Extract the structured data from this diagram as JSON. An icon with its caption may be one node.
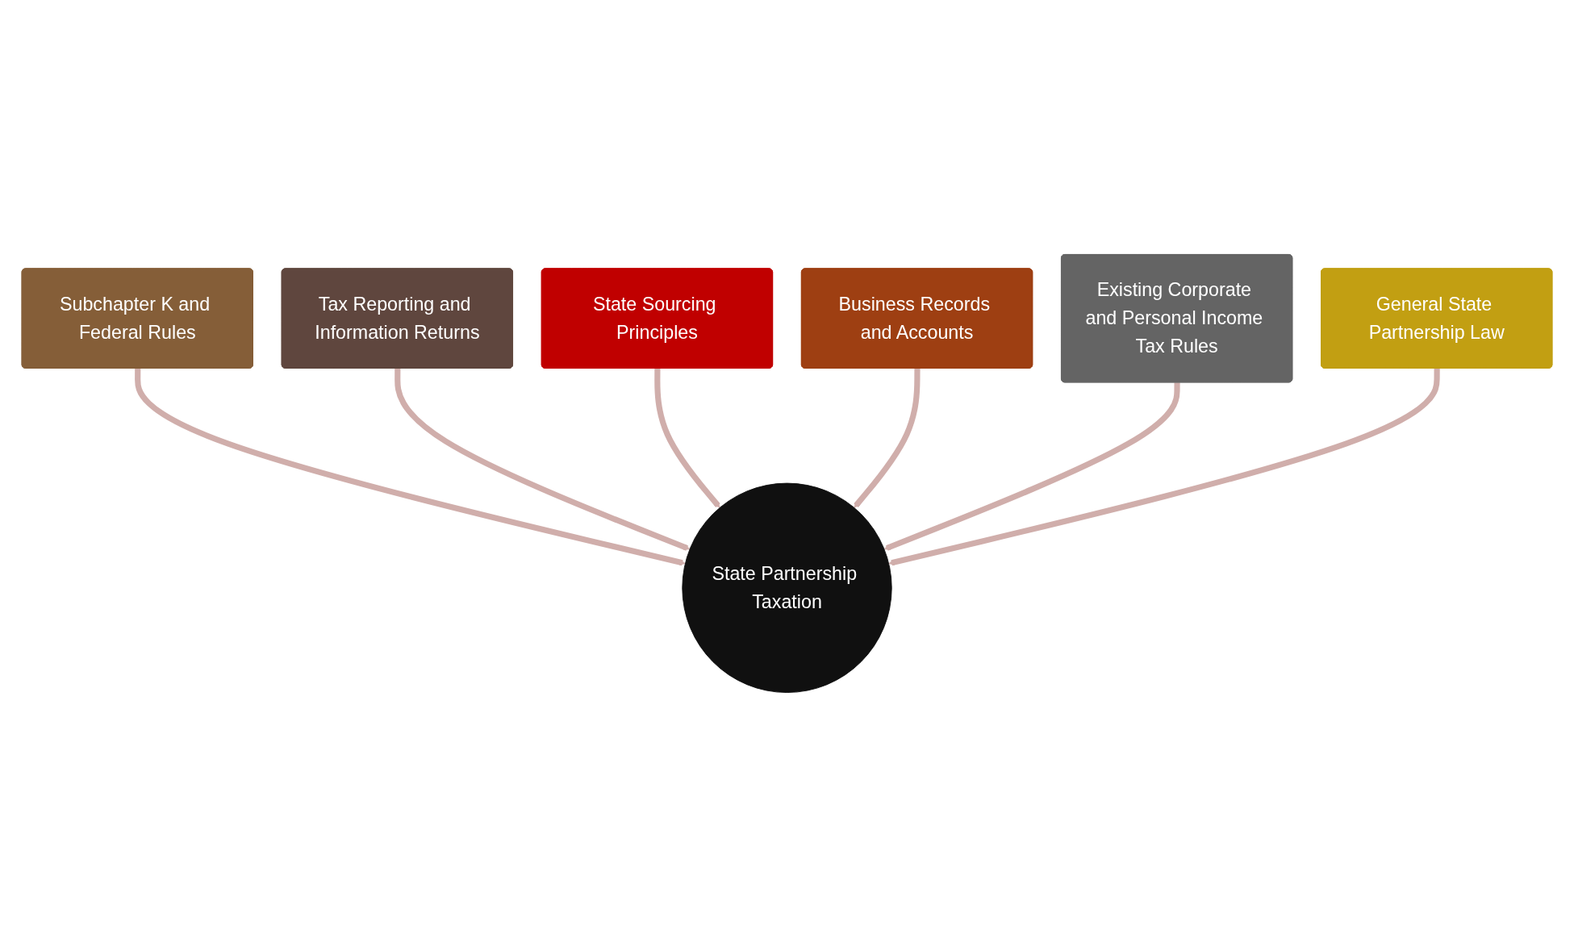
{
  "diagram": {
    "nodes": [
      {
        "text": [
          "Subchapter K and Federal Rules"
        ]
      },
      {
        "text": [
          "Tax Reporting and Information Returns"
        ]
      },
      {
        "text": [
          "State Sourcing Principles"
        ]
      },
      {
        "text": [
          "Business Records and Accounts"
        ]
      },
      {
        "text": [
          "Existing Corporate and Personal Income Tax Rules"
        ]
      },
      {
        "text": [
          "General State Partnership Law"
        ]
      },
      {
        "text": [
          "State Partnership Taxation"
        ]
      }
    ],
    "edges": [
      {
        "from": 0,
        "to": 6,
        "arrow": "to"
      },
      {
        "from": 1,
        "to": 6,
        "arrow": "to"
      },
      {
        "from": 2,
        "to": 6,
        "arrow": "to"
      },
      {
        "from": 3,
        "to": 6,
        "arrow": "to"
      },
      {
        "from": 4,
        "to": 6,
        "arrow": "to"
      },
      {
        "from": 5,
        "to": 6,
        "arrow": "to"
      }
    ]
  }
}
